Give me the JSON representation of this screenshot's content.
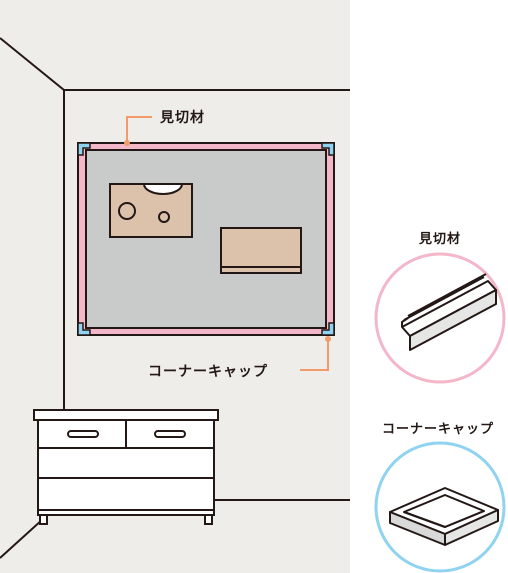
{
  "callouts": {
    "trim_label": "見切材",
    "corner_cap_label": "コーナーキャップ"
  },
  "legend": {
    "trim_title": "見切材",
    "corner_cap_title": "コーナーキャップ"
  },
  "colors": {
    "wall": "#efedea",
    "board": "#c9caca",
    "trim_pink": "#f3b7c9",
    "cap_blue": "#8fd3f1",
    "leader_orange": "#f39a6a",
    "paper_tan": "#dcc2ab",
    "outline": "#231815"
  }
}
